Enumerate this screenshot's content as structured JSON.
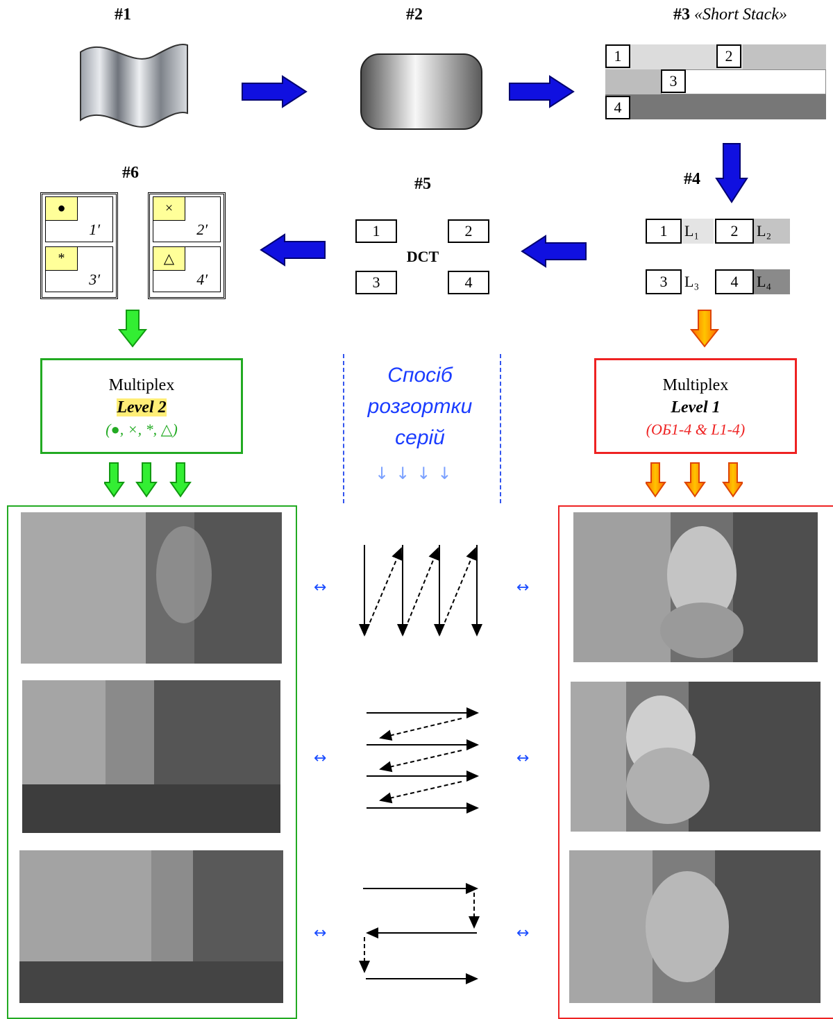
{
  "steps": {
    "s1": "#1",
    "s2": "#2",
    "s3": "#3",
    "s3_note": "«Short Stack»",
    "s4": "#4",
    "s5": "#5",
    "s6": "#6"
  },
  "stack": {
    "b1": "1",
    "b2": "2",
    "b3": "3",
    "b4": "4"
  },
  "levels": {
    "b1": "1",
    "l1": "L₁",
    "b2": "2",
    "l2": "L₂",
    "b3": "3",
    "l3": "L₃",
    "b4": "4",
    "l4": "L₄"
  },
  "dct": {
    "b1": "1",
    "b2": "2",
    "b3": "3",
    "b4": "4",
    "label": "DCT"
  },
  "cards": {
    "c1_sym": "●",
    "c1_code": "1′",
    "c2_sym": "×",
    "c2_code": "2′",
    "c3_sym": "*",
    "c3_code": "3′",
    "c4_sym": "△",
    "c4_code": "4′"
  },
  "mux_left": {
    "title": "Multiplex",
    "level": "Level 2",
    "symbols": "(●, ×, *, △)"
  },
  "mux_right": {
    "title": "Multiplex",
    "level": "Level 1",
    "symbols": "(ОБ1-4 & L1-4)"
  },
  "method": {
    "line1": "Спосіб",
    "line2": "розгортки",
    "line3": "серій",
    "arrows": "↓↓↓↓"
  },
  "bidir": "↔",
  "colors": {
    "blue_arrow": "#1010e0",
    "green": "#22bb22",
    "red": "#ee2222",
    "orange": "#ff9900",
    "yellow_tag": "#ffff99"
  }
}
